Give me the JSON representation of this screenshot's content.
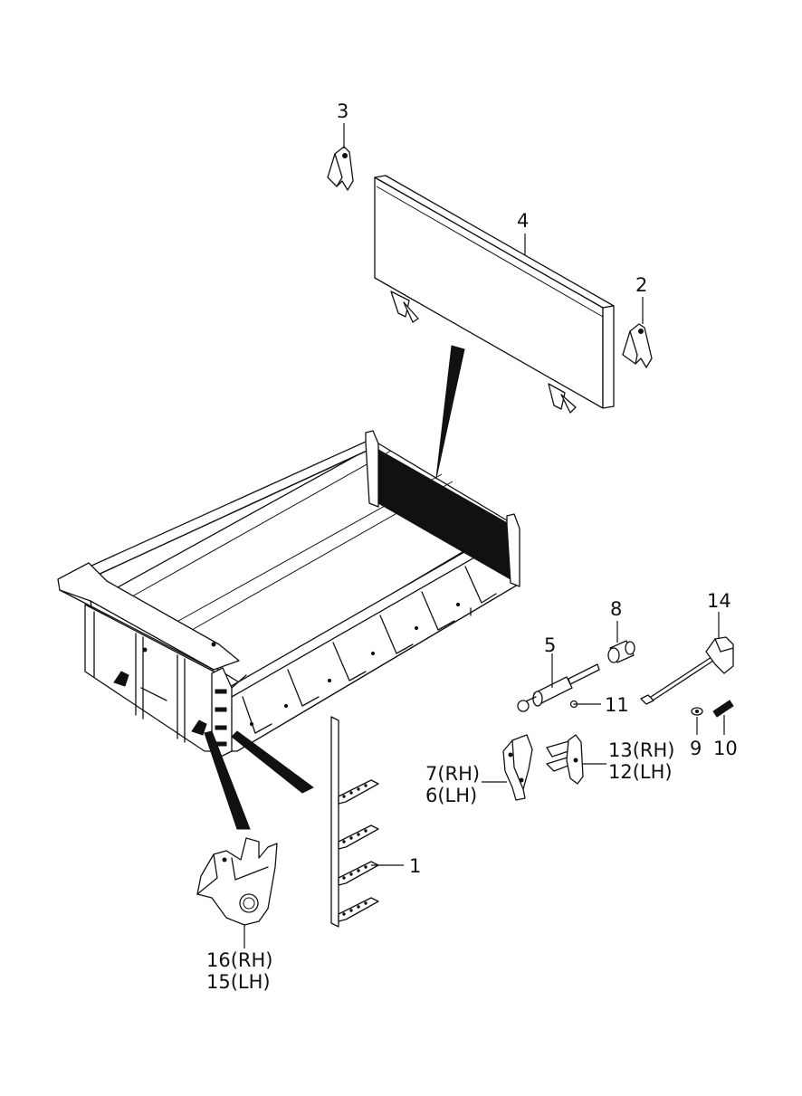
{
  "callouts": {
    "c1": "1",
    "c2": "2",
    "c3": "3",
    "c4": "4",
    "c5": "5",
    "c6": "6(LH)",
    "c7": "7(RH)",
    "c8": "8",
    "c9": "9",
    "c10": "10",
    "c11": "11",
    "c12": "12(LH)",
    "c13": "13(RH)",
    "c14": "14",
    "c15": "15(LH)",
    "c16": "16(RH)"
  },
  "colors": {
    "line": "#111111",
    "background": "#ffffff"
  }
}
